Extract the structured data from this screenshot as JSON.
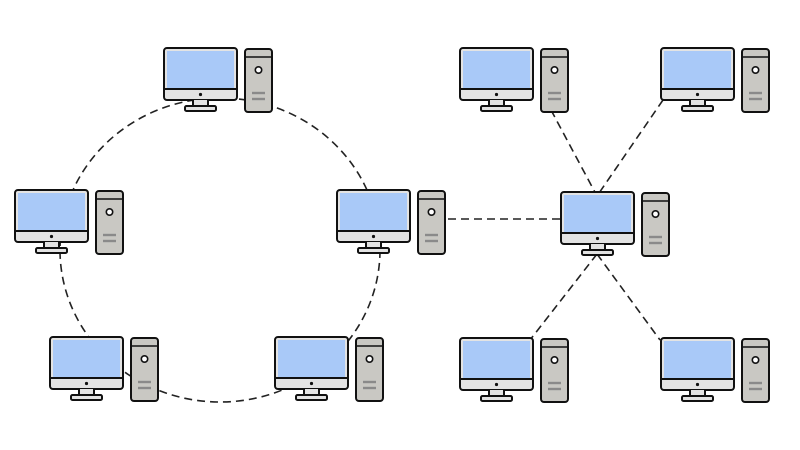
{
  "diagram": {
    "colors": {
      "background": "#ffffff",
      "outline": "#111111",
      "screen": "#a9c9f8",
      "monitor_body": "#e3e3e3",
      "tower": "#c9c8c3",
      "tower_detail": "#8a8a8a",
      "link": "#222222"
    },
    "ring_network": {
      "topology": "ring",
      "link_style": "dashed",
      "nodes": [
        {
          "id": "ring-top",
          "icon": "computer-icon"
        },
        {
          "id": "ring-right",
          "icon": "computer-icon"
        },
        {
          "id": "ring-bottom-right",
          "icon": "computer-icon"
        },
        {
          "id": "ring-bottom-left",
          "icon": "computer-icon"
        },
        {
          "id": "ring-left",
          "icon": "computer-icon"
        }
      ]
    },
    "star_network": {
      "topology": "star",
      "link_style": "dashed",
      "hub": {
        "id": "star-hub",
        "icon": "computer-icon"
      },
      "nodes": [
        {
          "id": "star-top-left",
          "icon": "computer-icon"
        },
        {
          "id": "star-top-right",
          "icon": "computer-icon"
        },
        {
          "id": "star-bottom-left",
          "icon": "computer-icon"
        },
        {
          "id": "star-bottom-right",
          "icon": "computer-icon"
        }
      ]
    },
    "bridge_link": {
      "from": "ring-right",
      "to": "star-hub",
      "link_style": "dashed"
    }
  }
}
